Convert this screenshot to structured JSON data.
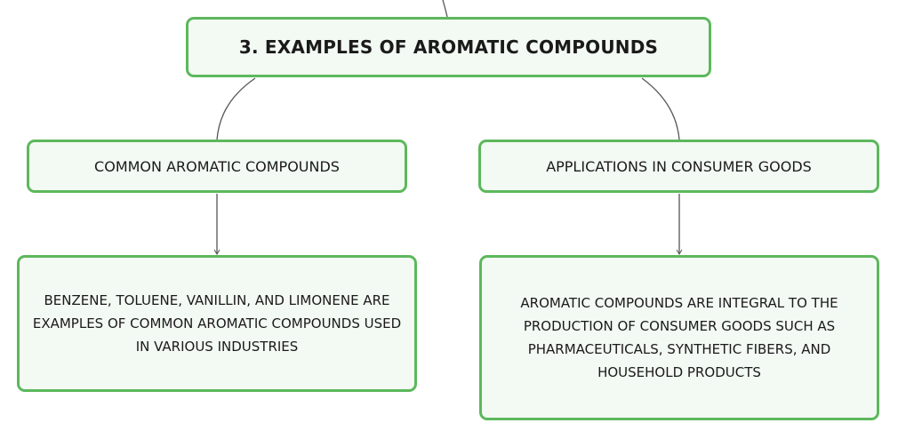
{
  "diagram": {
    "root": {
      "label": "3. EXAMPLES OF AROMATIC COMPOUNDS"
    },
    "branches": [
      {
        "label": "COMMON AROMATIC COMPOUNDS",
        "detail": "BENZENE, TOLUENE, VANILLIN, AND LIMONENE ARE EXAMPLES OF COMMON AROMATIC COMPOUNDS USED IN VARIOUS INDUSTRIES"
      },
      {
        "label": "APPLICATIONS IN CONSUMER GOODS",
        "detail": "AROMATIC COMPOUNDS ARE INTEGRAL TO THE PRODUCTION OF CONSUMER GOODS SUCH AS PHARMACEUTICALS, SYNTHETIC FIBERS, AND HOUSEHOLD PRODUCTS"
      }
    ]
  },
  "colors": {
    "node_border": "#5cb85c",
    "node_fill": "#f3f9f3",
    "connector": "#555555",
    "text": "#1a1a1a"
  }
}
